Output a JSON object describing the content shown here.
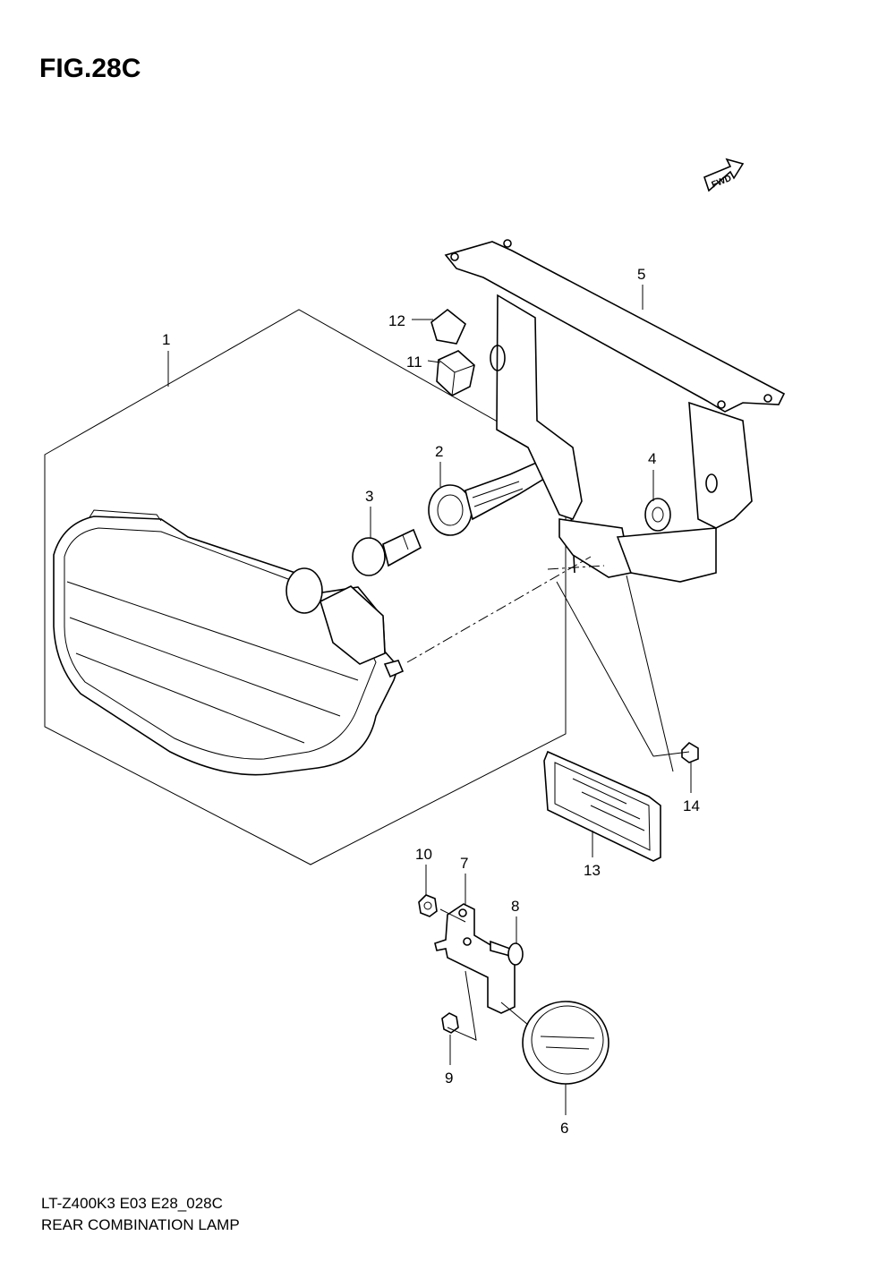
{
  "figure": {
    "title": "FIG.28C"
  },
  "footer": {
    "model_code": "LT-Z400K3 E03 E28_028C",
    "assembly_name": "REAR COMBINATION LAMP"
  },
  "fwd_label": "FWD",
  "callouts": [
    {
      "number": "1"
    },
    {
      "number": "2"
    },
    {
      "number": "3"
    },
    {
      "number": "4"
    },
    {
      "number": "5"
    },
    {
      "number": "6"
    },
    {
      "number": "7"
    },
    {
      "number": "8"
    },
    {
      "number": "9"
    },
    {
      "number": "10"
    },
    {
      "number": "11"
    },
    {
      "number": "12"
    },
    {
      "number": "13"
    },
    {
      "number": "14"
    }
  ]
}
